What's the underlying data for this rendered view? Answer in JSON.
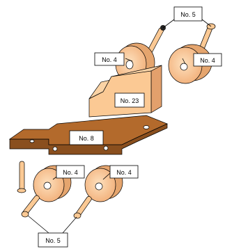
{
  "colors": {
    "wood_light": "#fbc994",
    "wood_mid": "#f2b07a",
    "wood_shadow": "#c98c5a",
    "base_plate": "#b36a2c",
    "base_plate_dark": "#8a4f1e",
    "label_border": "#000000"
  },
  "labels": {
    "axle_peg_top": "No. 5",
    "wheel_top_left": "No. 4",
    "wheel_top_right": "No. 4",
    "cab_block": "No. 23",
    "base_plate": "No. 8",
    "wheel_bottom_left": "No. 4",
    "wheel_bottom_right": "No. 4",
    "axle_peg_bottom": "No. 5"
  }
}
